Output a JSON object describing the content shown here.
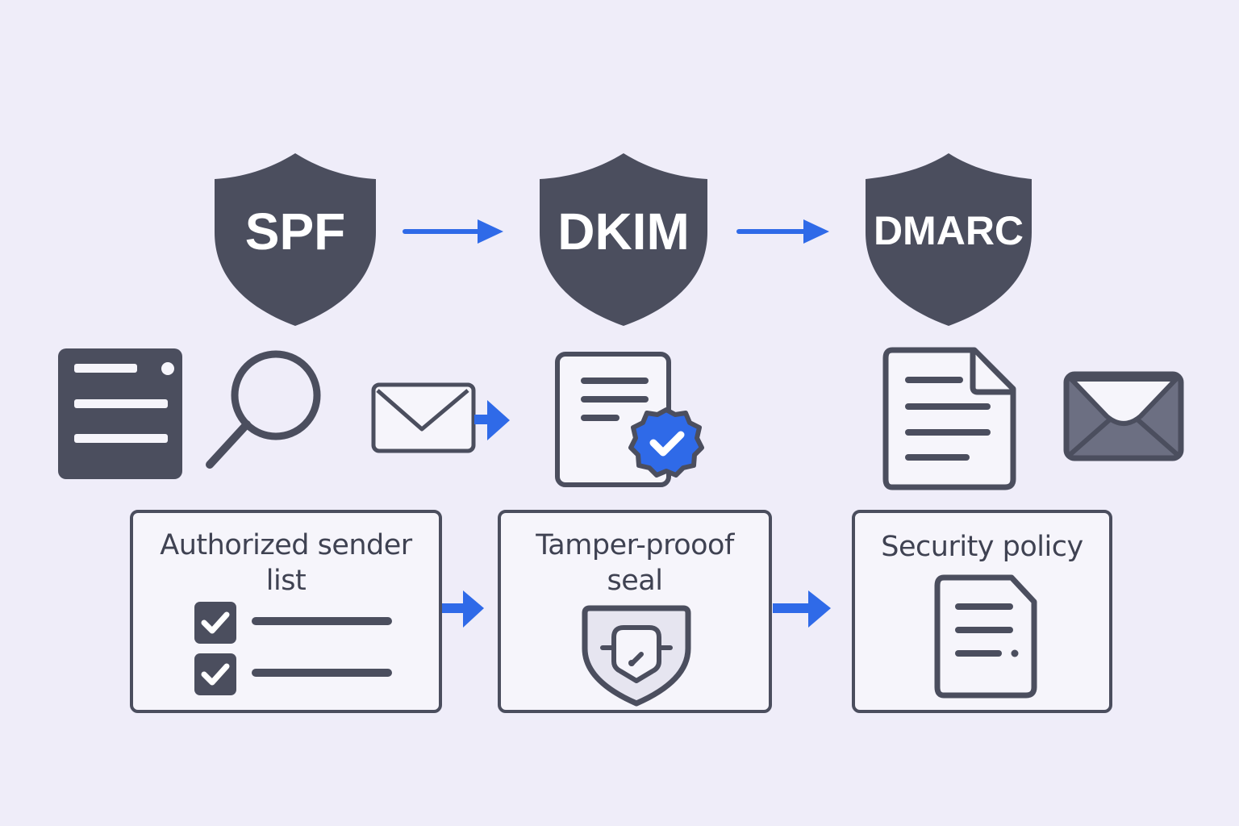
{
  "colors": {
    "background": "#efedf9",
    "dark": "#4b4e5e",
    "accent_blue": "#2f6ae8",
    "card_fill": "#f6f5fb",
    "envelope_fill": "#6c6f82"
  },
  "stages": [
    {
      "shield_label": "SPF",
      "card_title": "Authorized sender list"
    },
    {
      "shield_label": "DKIM",
      "card_title": "Tamper-prooof seal"
    },
    {
      "shield_label": "DMARC",
      "card_title": "Security policy"
    }
  ],
  "icons": {
    "spf": [
      "server-icon",
      "magnifier-icon",
      "envelope-icon"
    ],
    "dkim": [
      "signed-document-icon",
      "verified-badge-icon"
    ],
    "dmarc": [
      "document-icon",
      "envelope-filled-icon"
    ],
    "cards": [
      "checklist-icon",
      "seal-shield-icon",
      "policy-document-icon"
    ]
  }
}
